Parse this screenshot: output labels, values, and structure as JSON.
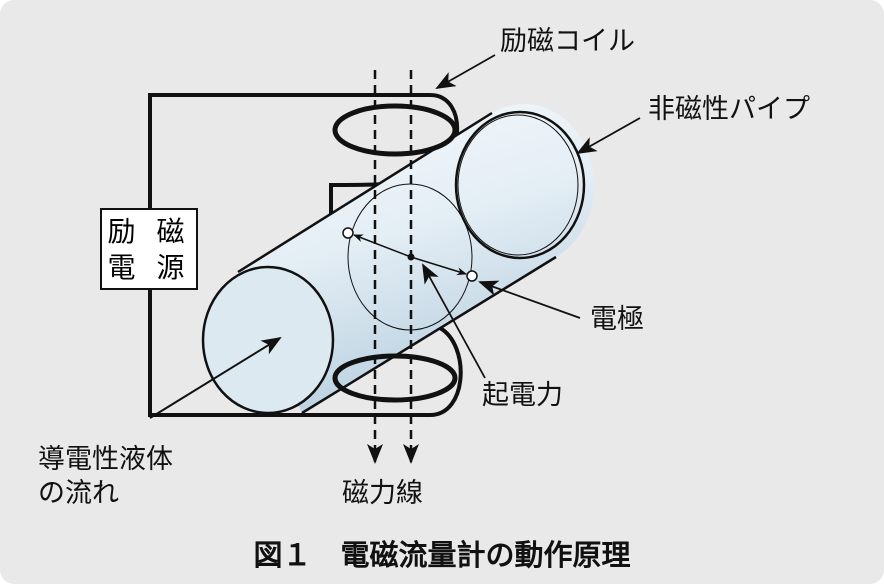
{
  "labels": {
    "coil": "励磁コイル",
    "pipe": "非磁性パイプ",
    "power_line1": "励 磁",
    "power_line2": "電 源",
    "electrode": "電極",
    "emf": "起電力",
    "fluid_line1": "導電性液体",
    "fluid_line2": "の流れ",
    "flux": "磁力線"
  },
  "caption": "図１　電磁流量計の動作原理",
  "colors": {
    "background": "#e9e9ea",
    "pipe_fill": "#d6e6f0",
    "line": "#111111"
  }
}
